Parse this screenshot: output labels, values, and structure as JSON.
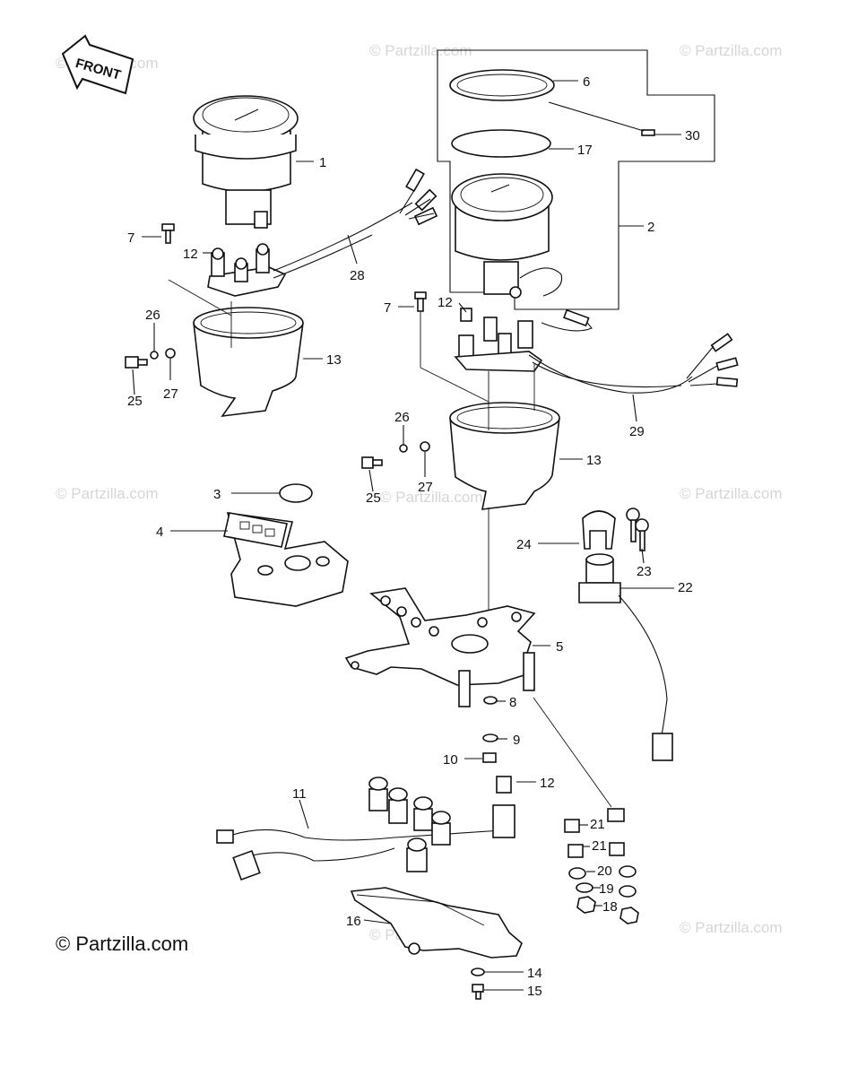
{
  "copyright": "© Partzilla.com",
  "watermark": "© Partzilla.com",
  "front_label": "FRONT",
  "callouts": [
    "1",
    "2",
    "3",
    "4",
    "5",
    "6",
    "7",
    "7",
    "8",
    "9",
    "10",
    "11",
    "12",
    "12",
    "12",
    "13",
    "13",
    "14",
    "15",
    "16",
    "17",
    "18",
    "19",
    "20",
    "21",
    "21",
    "22",
    "23",
    "24",
    "25",
    "25",
    "26",
    "26",
    "27",
    "27",
    "28",
    "29",
    "30"
  ],
  "colors": {
    "ink": "#111111",
    "paper": "#ffffff",
    "watermark": "#d6d6d6"
  }
}
